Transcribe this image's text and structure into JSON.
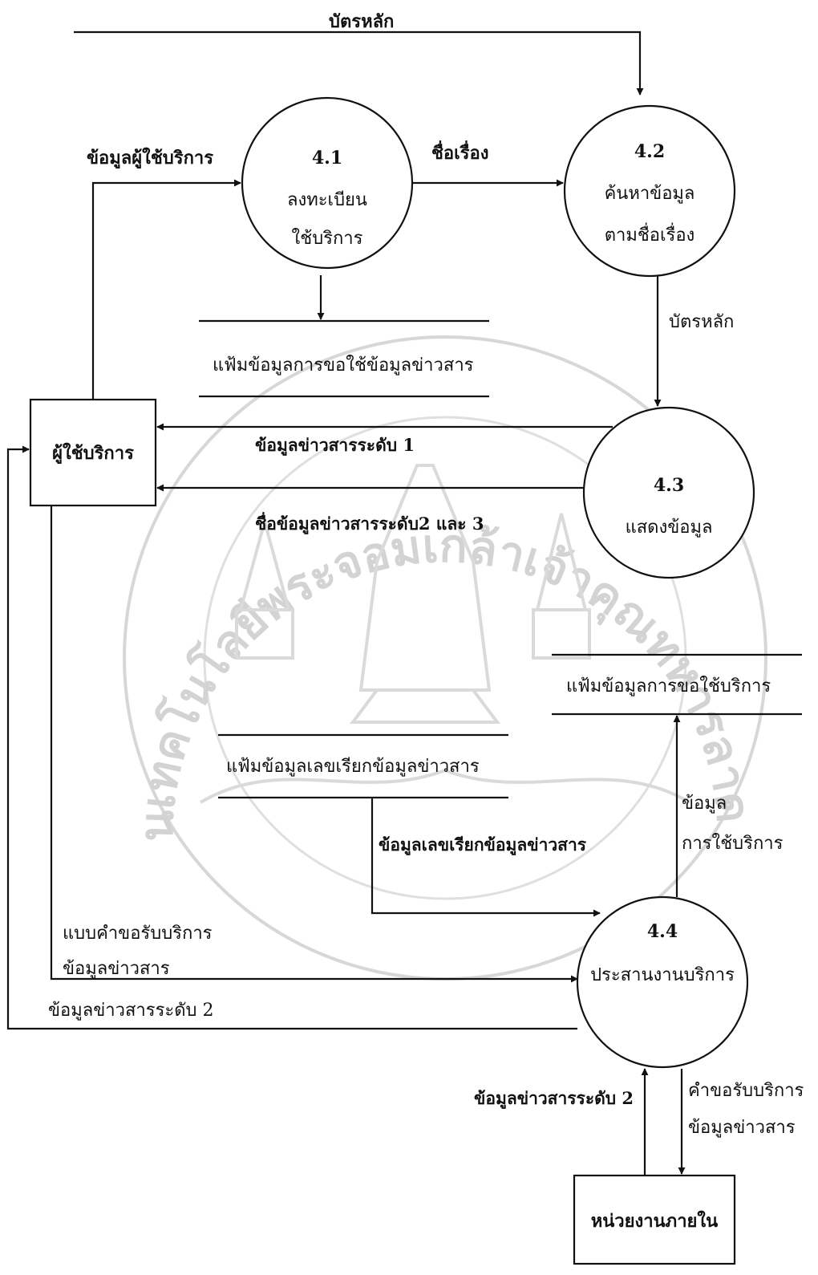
{
  "processes": [
    {
      "id": "4.1",
      "lines": [
        "ลงทะเบียน",
        "ใช้บริการ"
      ]
    },
    {
      "id": "4.2",
      "lines": [
        "ค้นหาข้อมูล",
        "ตามชื่อเรื่อง"
      ]
    },
    {
      "id": "4.3",
      "lines": [
        "แสดงข้อมูล"
      ]
    },
    {
      "id": "4.4",
      "lines": [
        "ประสานงานบริการ"
      ]
    }
  ],
  "entities": {
    "user": "ผู้ใช้บริการ",
    "internal": "หน่วยงานภายใน"
  },
  "stores": {
    "request_info": "แฟ้มข้อมูลการขอใช้ข้อมูลข่าวสาร",
    "service_request": "แฟ้มข้อมูลการขอใช้บริการ",
    "call_number": "แฟ้มข้อมูลเลขเรียกข้อมูลข่าวสาร"
  },
  "flows": {
    "main_card_top": "บัตรหลัก",
    "user_info": "ข้อมูลผู้ใช้บริการ",
    "title": "ชื่อเรื่อง",
    "main_card": "บัตรหลัก",
    "info_level1": "ข้อมูลข่าวสารระดับ 1",
    "names_level23": "ชื่อข้อมูลข่าวสารระดับ2 และ  3",
    "service_usage_1": "ข้อมูล",
    "service_usage_2": "การใช้บริการ",
    "call_number_info": "ข้อมูลเลขเรียกข้อมูลข่าวสาร",
    "request_form_1": "แบบคำขอรับบริการ",
    "request_form_2": "ข้อมูลข่าวสาร",
    "info_level2_left": "ข้อมูลข่าวสารระดับ 2",
    "info_level2_bottom": "ข้อมูลข่าวสารระดับ 2",
    "request_bottom_1": "คำขอรับบริการ",
    "request_bottom_2": "ข้อมูลข่าวสาร"
  },
  "watermark": {
    "arc_text": "สถาบันเทคโนโลยีพระจอมเกล้าเจ้าคุณทหารลาดกระบัง",
    "color": "#cfcfcf"
  }
}
